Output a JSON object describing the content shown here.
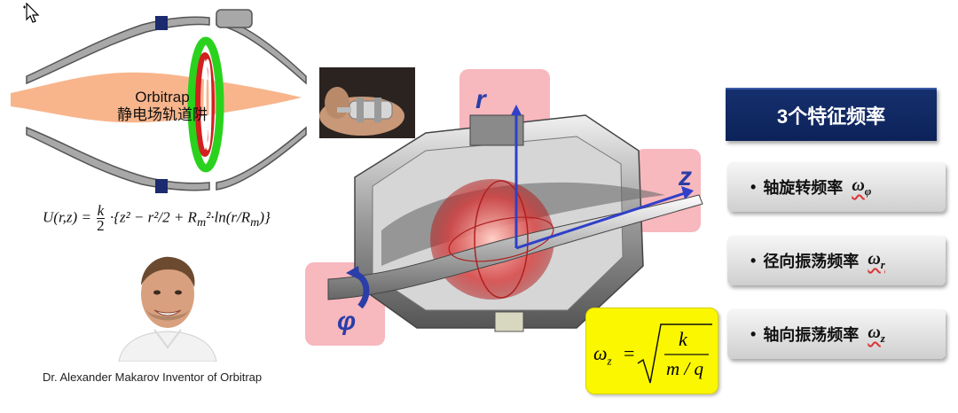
{
  "orbitrap": {
    "label_en": "Orbitrap",
    "label_cn": "静电场轨道阱"
  },
  "formula": {
    "lhs": "U(r,z) =",
    "k": "k",
    "two": "2",
    "body": "·{z² − r²/2 + R",
    "m_sub": "m",
    "body2": "²·ln(r/R",
    "m_sub2": "m",
    "close": ")}"
  },
  "caption": "Dr. Alexander Makarov Inventor of Orbitrap",
  "axes": {
    "r": "r",
    "z": "z",
    "phi": "φ"
  },
  "banner": {
    "title": "3个特征频率"
  },
  "frequencies": [
    {
      "bullet": "•",
      "label": "轴旋转频率",
      "symbol": "ω",
      "sub": "φ"
    },
    {
      "bullet": "•",
      "label": "径向振荡频率",
      "symbol": "ω",
      "sub": "r"
    },
    {
      "bullet": "•",
      "label": "轴向振荡频率",
      "symbol": "ω",
      "sub": "z"
    }
  ],
  "omega_formula": {
    "lhs": "ω",
    "lhs_sub": "z",
    "eq": "=",
    "num": "k",
    "den": "m / q"
  },
  "colors": {
    "banner": "#0c2259",
    "axis_blue": "#2b3ea8",
    "highlight_pink": "#f4a0a8",
    "formula_yellow": "#fbf700",
    "ion_cloud": "#f5a070"
  }
}
